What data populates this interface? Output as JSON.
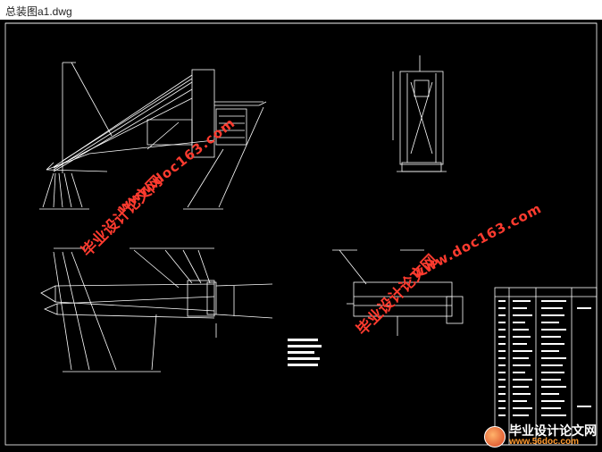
{
  "window": {
    "title": "总装图a1.dwg"
  },
  "watermarks": {
    "cn_text": "毕业设计论文网",
    "url_text": "www.doc163.com"
  },
  "footer_logo": {
    "cn_text": "毕业设计论文网",
    "url_text": "www.56doc.com"
  },
  "colors": {
    "canvas": "#000000",
    "lines": "#ffffff",
    "watermark": "#ff3b2f"
  }
}
